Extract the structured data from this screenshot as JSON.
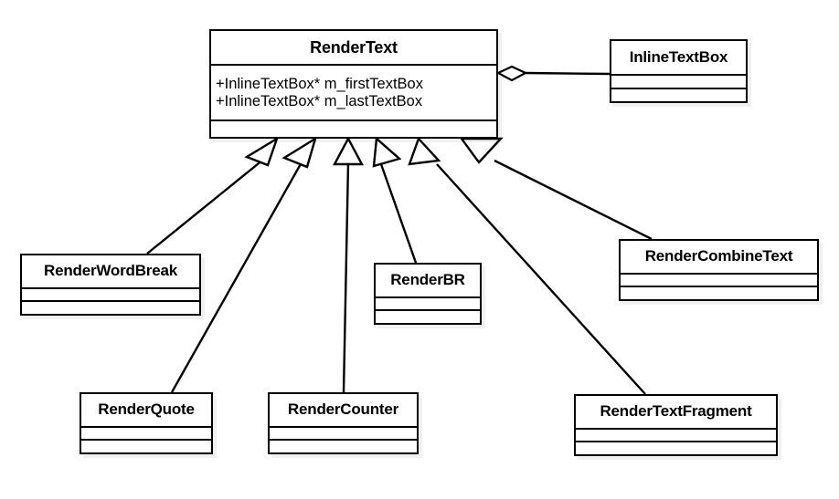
{
  "diagram": {
    "kind": "uml-class-diagram",
    "title": "RenderText class hierarchy",
    "background_color": "#ffffff",
    "line_color": "#000000",
    "fill_color": "#ffffff",
    "shadow_color": "#f0f0f0"
  },
  "classes": {
    "render_text": {
      "name": "RenderText",
      "attributes": [
        "+InlineTextBox* m_firstTextBox",
        "+InlineTextBox* m_lastTextBox"
      ],
      "operations": []
    },
    "inline_text_box": {
      "name": "InlineTextBox",
      "attributes": [],
      "operations": []
    },
    "render_word_break": {
      "name": "RenderWordBreak",
      "attributes": [],
      "operations": []
    },
    "render_br": {
      "name": "RenderBR",
      "attributes": [],
      "operations": []
    },
    "render_combine_text": {
      "name": "RenderCombineText",
      "attributes": [],
      "operations": []
    },
    "render_quote": {
      "name": "RenderQuote",
      "attributes": [],
      "operations": []
    },
    "render_counter": {
      "name": "RenderCounter",
      "attributes": [],
      "operations": []
    },
    "render_text_fragment": {
      "name": "RenderTextFragment",
      "attributes": [],
      "operations": []
    }
  },
  "relationships": [
    {
      "id": "agg-rendertext-inlinetextbox",
      "type": "aggregation",
      "from": "render_text",
      "to": "inline_text_box",
      "marker": "hollow-diamond"
    },
    {
      "id": "gen-renderwordbreak",
      "type": "generalization",
      "from": "render_word_break",
      "to": "render_text",
      "marker": "hollow-triangle"
    },
    {
      "id": "gen-renderquote",
      "type": "generalization",
      "from": "render_quote",
      "to": "render_text",
      "marker": "hollow-triangle"
    },
    {
      "id": "gen-rendercounter",
      "type": "generalization",
      "from": "render_counter",
      "to": "render_text",
      "marker": "hollow-triangle"
    },
    {
      "id": "gen-renderbr",
      "type": "generalization",
      "from": "render_br",
      "to": "render_text",
      "marker": "hollow-triangle"
    },
    {
      "id": "gen-rendertextfragment",
      "type": "generalization",
      "from": "render_text_fragment",
      "to": "render_text",
      "marker": "hollow-triangle"
    },
    {
      "id": "gen-rendercombinetext",
      "type": "generalization",
      "from": "render_combine_text",
      "to": "render_text",
      "marker": "hollow-triangle"
    }
  ]
}
